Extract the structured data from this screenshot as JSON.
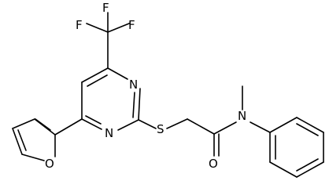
{
  "structure": {
    "atoms": {
      "f1": "F",
      "f2": "F",
      "f3": "F",
      "n_ring_upper": "N",
      "n_ring_lower": "N",
      "sulfur": "S",
      "oxygen_furan": "O",
      "nitrogen_amide": "N",
      "oxygen_carbonyl": "O"
    },
    "colors": {
      "bond": "#000000",
      "label": "#000000",
      "background": "#ffffff"
    }
  }
}
